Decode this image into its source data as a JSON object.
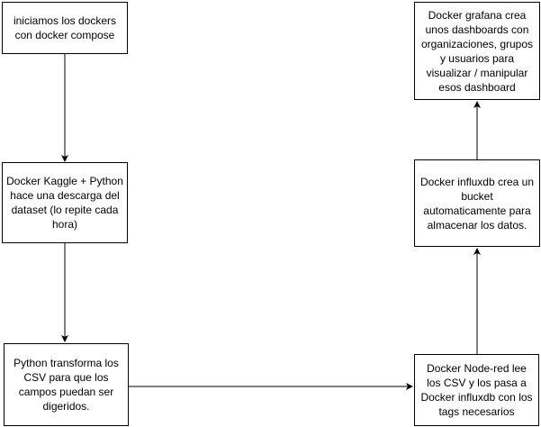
{
  "nodes": {
    "start": "iniciamos los dockers con docker compose",
    "kaggle": "Docker Kaggle + Python hace una descarga del dataset (lo repite cada hora)",
    "transform": "Python transforma los CSV para que los campos puedan ser digeridos.",
    "nodered": "Docker Node-red lee los CSV y los pasa a Docker influxdb con los tags necesarios",
    "influx": "Docker influxdb crea un bucket automaticamente para almacenar los datos.",
    "grafana": "Docker grafana crea unos dashboards con organizaciones, grupos y usuarios para visualizar / manipular esos dashboard"
  }
}
